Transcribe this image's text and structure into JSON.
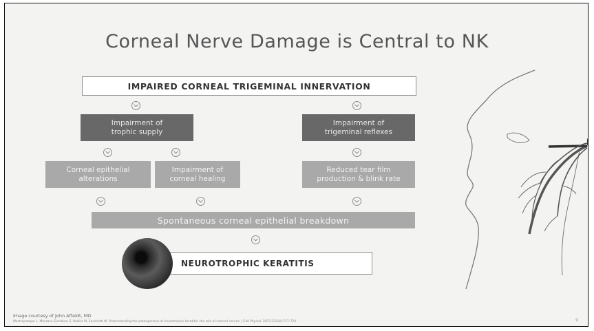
{
  "slide": {
    "title": "Corneal Nerve Damage is Central to NK",
    "credit": "Image courtesy of John Affeldt, MD",
    "reference": "Mastropasqua L, Massaro-Giordano G, Nubile M, Sacchetti M. Understanding the pathogenesis of neurotrophic keratitis: the role of corneal nerves. J Cell Physiol. 2017;232(4):717-724.",
    "page_number": "9"
  },
  "diagram": {
    "root": "IMPAIRED CORNEAL TRIGEMINAL INNERVATION",
    "left_branch": "Impairment of trophic supply",
    "right_branch": "Impairment of trigeminal reflexes",
    "left_child_1": "Corneal epithelial alterations",
    "left_child_2": "Impairment of corneal healing",
    "right_child": "Reduced tear film production & blink rate",
    "merge": "Spontaneous corneal epithelial breakdown",
    "outcome": "NEUROTROPHIC KERATITIS"
  },
  "colors": {
    "dark_box": "#686868",
    "mid_box": "#a9a9a9",
    "outline": "#8c8c8c",
    "background": "#f3f3f2"
  }
}
